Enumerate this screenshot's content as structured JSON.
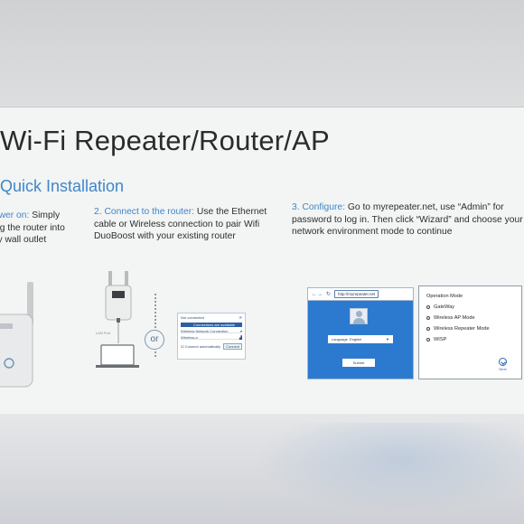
{
  "header": {
    "title": "Wi-Fi Repeater/Router/AP",
    "subtitle": "Quick Installation"
  },
  "steps": [
    {
      "label": "Power on:",
      "text": "Simply plug the router into any wall outlet"
    },
    {
      "label": "2. Connect to the router:",
      "text": "Use the Ethernet cable or Wireless connection to pair Wifi DuoBoost with your existing router"
    },
    {
      "label": "3. Configure:",
      "text": "Go to myrepeater.net, use “Admin” for password to log in. Then click “Wizard” and choose your network environment mode to continue"
    }
  ],
  "diagram": {
    "or_label": "or",
    "wifi_panel": {
      "status": "Not connected",
      "bar": "Connections are available",
      "row1": "Wireless Network Connection",
      "row2": "Wireless-n",
      "checkbox": "Connect automatically",
      "connect_button": "Connect"
    },
    "browser": {
      "url": "http://myrepeater.net",
      "language_label": "Language",
      "language_value": "English",
      "submit": "Submit"
    },
    "operation_mode": {
      "title": "Operation Mode",
      "options": [
        "GateWay",
        "Wireless AP Mode",
        "Wireless Repeater Mode",
        "WISP"
      ],
      "next": "Next"
    }
  },
  "colors": {
    "accent_blue": "#3f86c8",
    "browser_blue": "#2c7ad0",
    "title_text": "#2b2b2b"
  }
}
